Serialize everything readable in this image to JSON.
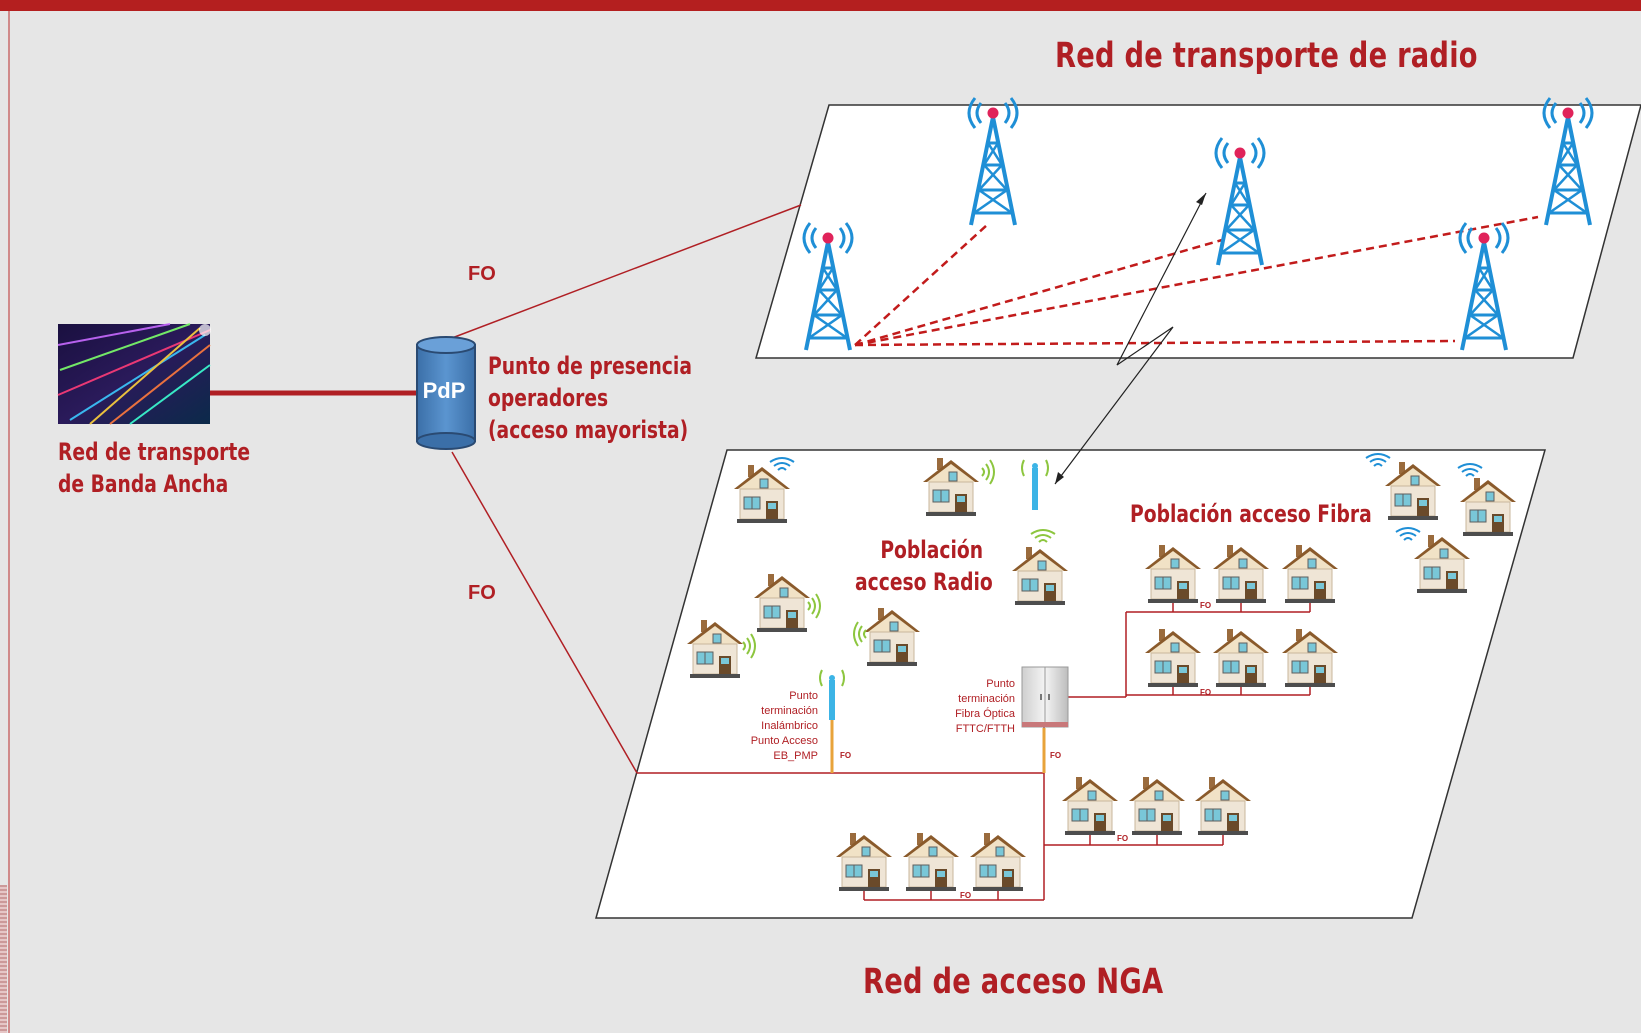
{
  "titles": {
    "radio_network": "Red de transporte de radio",
    "access_network": "Red de acceso NGA"
  },
  "backbone": {
    "label_line1": "Red de transporte",
    "label_line2": "de Banda Ancha"
  },
  "pdp": {
    "badge": "PdP",
    "label_line1": "Punto de presencia",
    "label_line2": "operadores",
    "label_line3": "(acceso mayorista)"
  },
  "links": {
    "fo_upper": "FO",
    "fo_lower": "FO"
  },
  "access_zones": {
    "radio_line1": "Población",
    "radio_line2": "acceso Radio",
    "fibre": "Población acceso Fibra"
  },
  "wireless_point": {
    "line1": "Punto",
    "line2": "terminación",
    "line3": "Inalámbrico",
    "line4": "Punto Acceso",
    "line5": "EB_PMP",
    "fo_tag": "FO"
  },
  "fibre_point": {
    "line1": "Punto",
    "line2": "terminación",
    "line3": "Fibra Óptica",
    "line4": "FTTC/FTTH",
    "fo_tag": "FO"
  },
  "fo_small_tags": [
    "FO",
    "FO",
    "FO",
    "FO"
  ],
  "icons": {
    "tower": "radio-tower-icon",
    "house": "house-icon",
    "wifi": "wifi-waves-icon",
    "cabinet": "fibre-cabinet-icon",
    "fibre_photo": "optical-fibre-image"
  },
  "colors": {
    "accent_red": "#b01f24",
    "tower_blue": "#1f8fd6",
    "tower_light_pink": "#e0235a",
    "background": "#e6e6e6",
    "pdp_blue": "#4a86c4"
  }
}
